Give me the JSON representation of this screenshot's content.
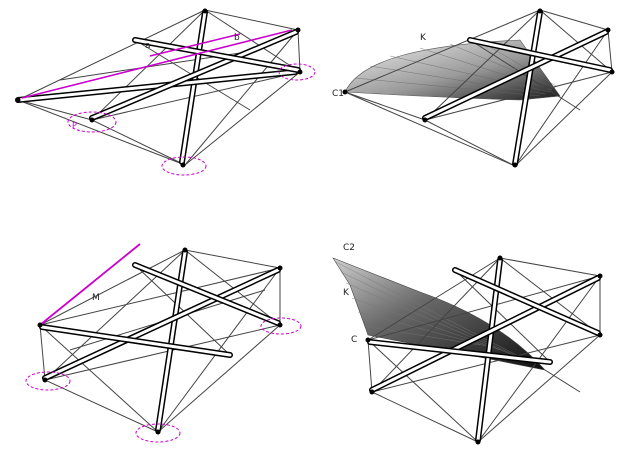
{
  "labels": {
    "a_top": "a",
    "b_top": "b",
    "p_top": "P",
    "k_top": "K",
    "c_top": "C1",
    "m_bottom": "M",
    "c2_bottom": "C2",
    "k_bottom": "K",
    "c_bottom": "C"
  },
  "colors": {
    "strut": "#000000",
    "cable": "#444444",
    "highlight": "#cc00cc",
    "surface_light": "#e0e0e0",
    "surface_dark": "#1c1c1c"
  }
}
